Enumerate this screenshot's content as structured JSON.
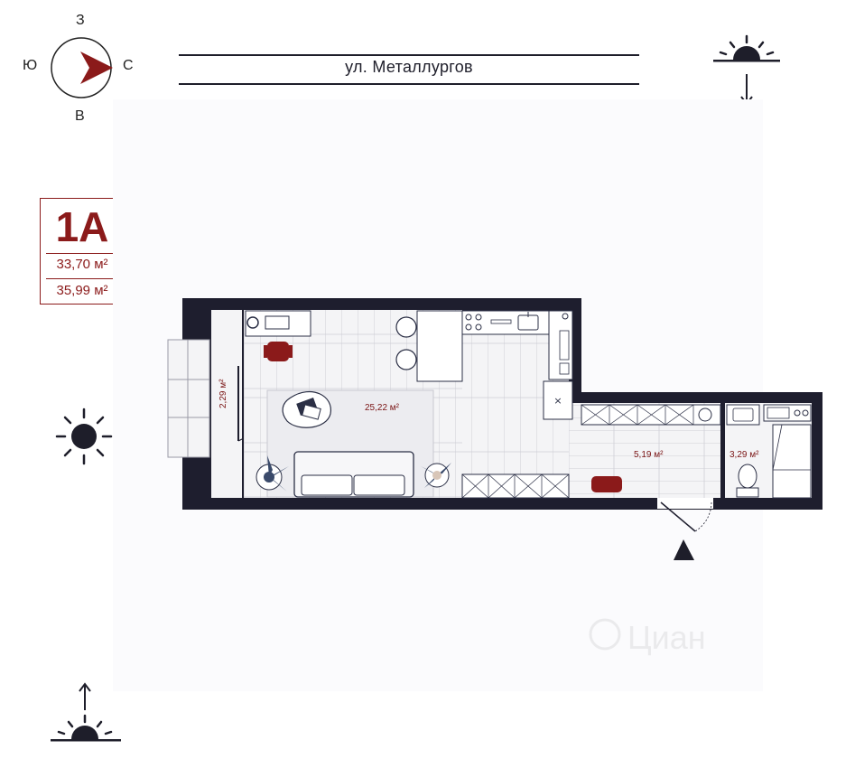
{
  "compass": {
    "north": "З",
    "west": "Ю",
    "east": "С",
    "south": "В"
  },
  "street": {
    "name": "ул. Металлургов"
  },
  "apartment": {
    "type": "1А",
    "area_living": "33,70 м²",
    "area_total": "35,99 м²"
  },
  "rooms": {
    "balcony": "2,29 м²",
    "living": "25,22 м²",
    "hall": "5,19 м²",
    "bathroom": "3,29 м²"
  },
  "watermark": "Циан",
  "colors": {
    "accent": "#8b1a1a",
    "wall": "#1e1e2e",
    "floor": "#f4f4f6",
    "plank_line": "#cfcfd6",
    "furniture": "#2b2f45"
  }
}
